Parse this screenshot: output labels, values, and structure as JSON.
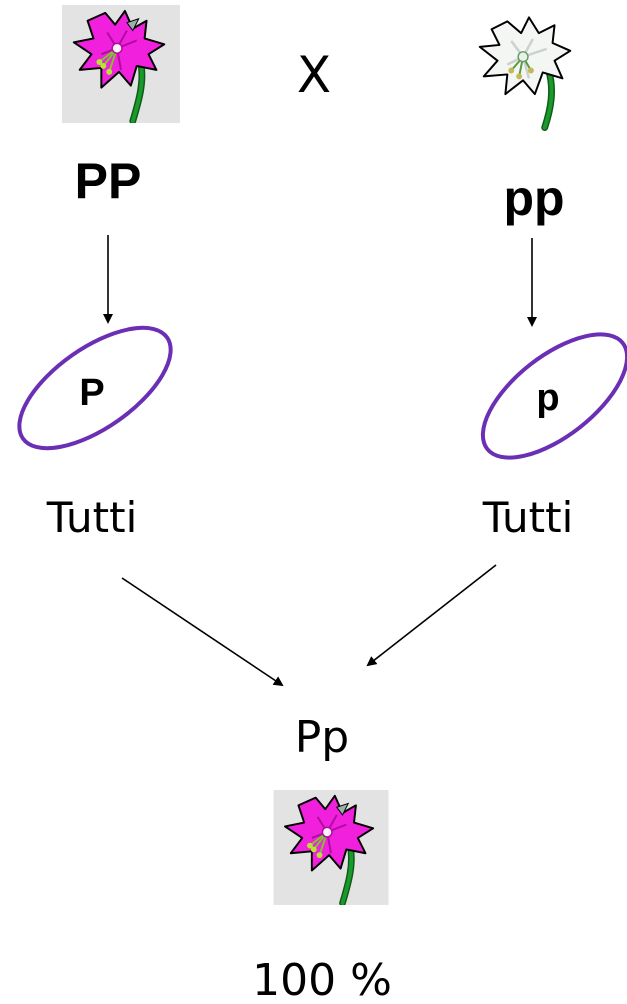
{
  "colors": {
    "pink_petal": "#f020dc",
    "pink_dark": "#b00aa0",
    "white_petal": "#f4f6f4",
    "white_shadow": "#c9d2cc",
    "stem": "#1a9a2a",
    "stamen": "#b6e632",
    "gamete_ring": "#6a2fb4"
  },
  "icons": {
    "parent_left": "pink-lily-icon",
    "parent_right": "white-lily-icon",
    "offspring": "pink-lily-icon"
  },
  "cross": {
    "symbol": "X",
    "parent_left": {
      "genotype": "PP"
    },
    "parent_right": {
      "genotype": "pp"
    }
  },
  "gametes": {
    "left": {
      "allele": "P",
      "label": "Tutti"
    },
    "right": {
      "allele": "p",
      "label": "Tutti"
    }
  },
  "offspring": {
    "genotype": "Pp",
    "percentage": "100 %"
  }
}
